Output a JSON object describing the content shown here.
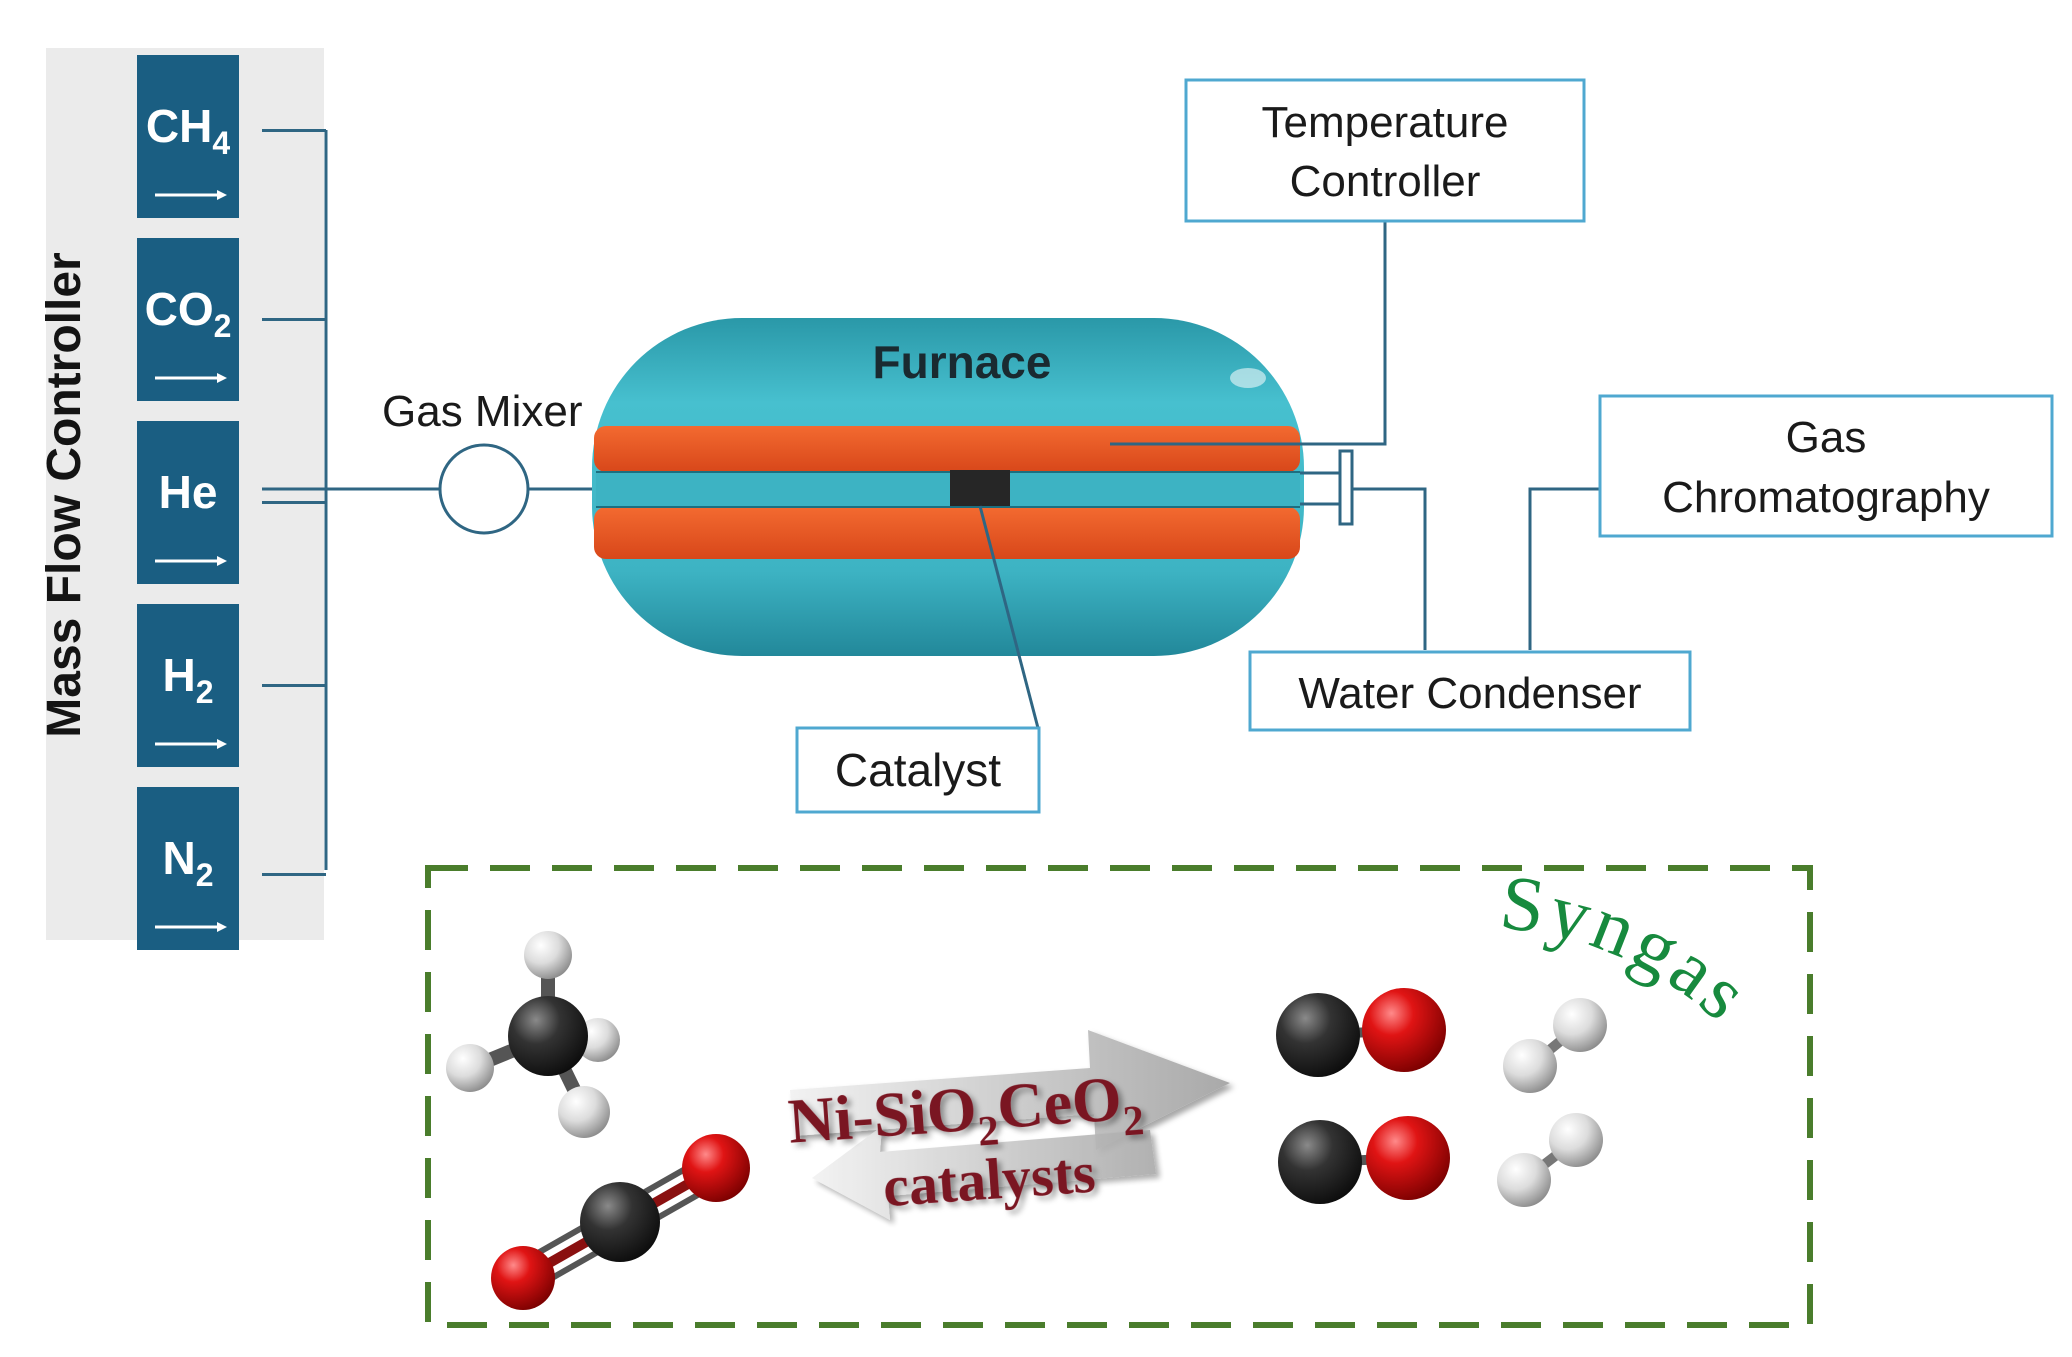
{
  "mass_flow_controller": {
    "title": "Mass Flow Controller",
    "gases": [
      {
        "base": "CH",
        "sub": "4"
      },
      {
        "base": "CO",
        "sub": "2"
      },
      {
        "base": "He",
        "sub": ""
      },
      {
        "base": "H",
        "sub": "2"
      },
      {
        "base": "N",
        "sub": "2"
      }
    ]
  },
  "gas_mixer": {
    "label": "Gas Mixer"
  },
  "furnace": {
    "label": "Furnace"
  },
  "catalyst": {
    "label": "Catalyst"
  },
  "temperature_controller": {
    "line1": "Temperature",
    "line2": "Controller"
  },
  "gas_chromatography": {
    "line1": "Gas",
    "line2": "Chromatography"
  },
  "water_condenser": {
    "label": "Water Condenser"
  },
  "reaction": {
    "catalyst_formula": {
      "p1": "Ni-SiO",
      "s1": "2",
      "p2": "CeO",
      "s2": "2"
    },
    "catalyst_word": "catalysts",
    "product": "Syngas"
  },
  "colors": {
    "mfc_block": "#1a5e82",
    "mfc_panel": "#ebebeb",
    "line": "#2f6683",
    "box_border": "#4fa8d0",
    "furnace_teal": "#3fb6c6",
    "furnace_band": "#ef5a24",
    "dashed_border": "#4a7d2c",
    "syngas_text": "#178a3e",
    "catalyst_text": "#7a1522"
  }
}
